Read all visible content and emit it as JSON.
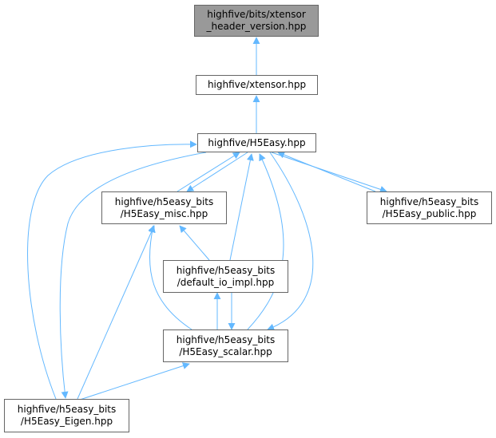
{
  "colors": {
    "edge": "#63b8ff",
    "node_border": "#666666",
    "root_fill": "#999999",
    "node_fill": "#ffffff"
  },
  "nodes": {
    "xtensor_header_version": [
      "highfive/bits/xtensor",
      "_header_version.hpp"
    ],
    "xtensor": [
      "highfive/xtensor.hpp"
    ],
    "h5easy": [
      "highfive/H5Easy.hpp"
    ],
    "h5easy_misc": [
      "highfive/h5easy_bits",
      "/H5Easy_misc.hpp"
    ],
    "h5easy_public": [
      "highfive/h5easy_bits",
      "/H5Easy_public.hpp"
    ],
    "default_io_impl": [
      "highfive/h5easy_bits",
      "/default_io_impl.hpp"
    ],
    "h5easy_scalar": [
      "highfive/h5easy_bits",
      "/H5Easy_scalar.hpp"
    ],
    "h5easy_eigen": [
      "highfive/h5easy_bits",
      "/H5Easy_Eigen.hpp"
    ]
  },
  "edges": [
    {
      "from": "xtensor",
      "to": "xtensor_header_version"
    },
    {
      "from": "h5easy",
      "to": "xtensor"
    },
    {
      "from": "h5easy_misc",
      "to": "h5easy"
    },
    {
      "from": "h5easy",
      "to": "h5easy_misc"
    },
    {
      "from": "h5easy_public",
      "to": "h5easy"
    },
    {
      "from": "h5easy",
      "to": "h5easy_public"
    },
    {
      "from": "default_io_impl",
      "to": "h5easy"
    },
    {
      "from": "h5easy_scalar",
      "to": "h5easy"
    },
    {
      "from": "h5easy",
      "to": "h5easy_scalar"
    },
    {
      "from": "h5easy_eigen",
      "to": "h5easy"
    },
    {
      "from": "h5easy",
      "to": "h5easy_eigen"
    },
    {
      "from": "default_io_impl",
      "to": "h5easy_misc"
    },
    {
      "from": "h5easy_scalar",
      "to": "h5easy_misc"
    },
    {
      "from": "h5easy_eigen",
      "to": "h5easy_misc"
    },
    {
      "from": "h5easy_scalar",
      "to": "default_io_impl"
    },
    {
      "from": "default_io_impl",
      "to": "h5easy_scalar"
    },
    {
      "from": "h5easy_eigen",
      "to": "h5easy_scalar"
    }
  ]
}
